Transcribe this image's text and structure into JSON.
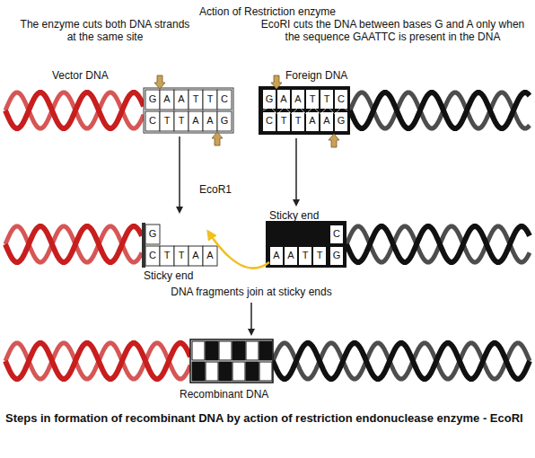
{
  "diagram": {
    "title": "Action of Restriction enzyme",
    "caption": "Steps in formation of recombinant DNA by action of restriction endonuclease enzyme - EcoRI",
    "labels": [
      "The enzyme cuts both DNA strands at the same site",
      "EcoRI cuts the DNA between bases G and A only when the sequence GAATTC is present in the DNA",
      "Vector DNA",
      "Foreign DNA",
      "G",
      "A",
      "A",
      "T",
      "T",
      "C",
      "C",
      "T",
      "T",
      "A",
      "A",
      "G",
      "G",
      "A",
      "A",
      "T",
      "T",
      "C",
      "C",
      "T",
      "T",
      "A",
      "A",
      "G",
      "EcoR1",
      "Sticky end",
      "G",
      "C",
      "T",
      "T",
      "A",
      "A",
      "Sticky end",
      "A",
      "A",
      "T",
      "T",
      "C",
      "G",
      "DNA fragments join at sticky ends",
      "Recombinant DNA"
    ]
  }
}
